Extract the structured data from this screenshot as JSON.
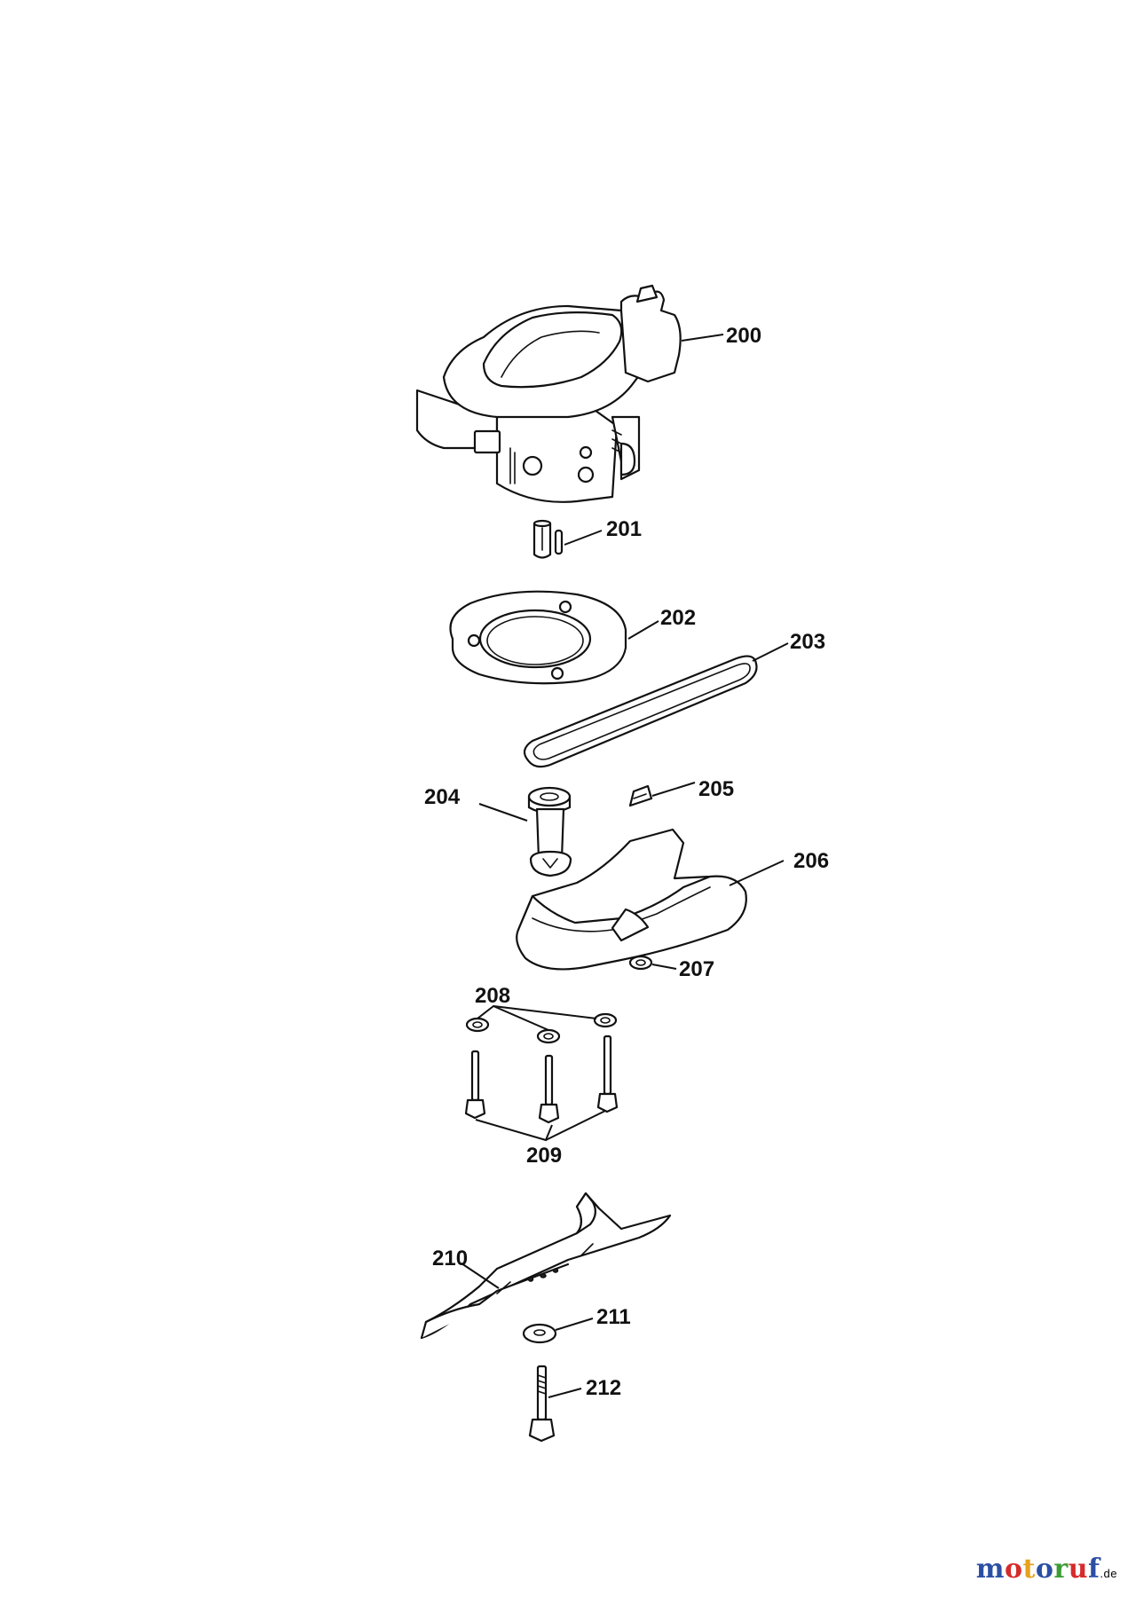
{
  "callouts": {
    "p200": "200",
    "p201": "201",
    "p202": "202",
    "p203": "203",
    "p204": "204",
    "p205": "205",
    "p206": "206",
    "p207": "207",
    "p208": "208",
    "p209": "209",
    "p210": "210",
    "p211": "211",
    "p212": "212"
  },
  "watermark": {
    "letters": [
      "m",
      "o",
      "t",
      "o",
      "r",
      "u",
      "f"
    ],
    "tld": ".de",
    "colors": [
      "#2b4fa3",
      "#d62b2b",
      "#e6a21c",
      "#2b4fa3",
      "#3d9b35",
      "#d62b2b",
      "#2b4fa3"
    ]
  }
}
